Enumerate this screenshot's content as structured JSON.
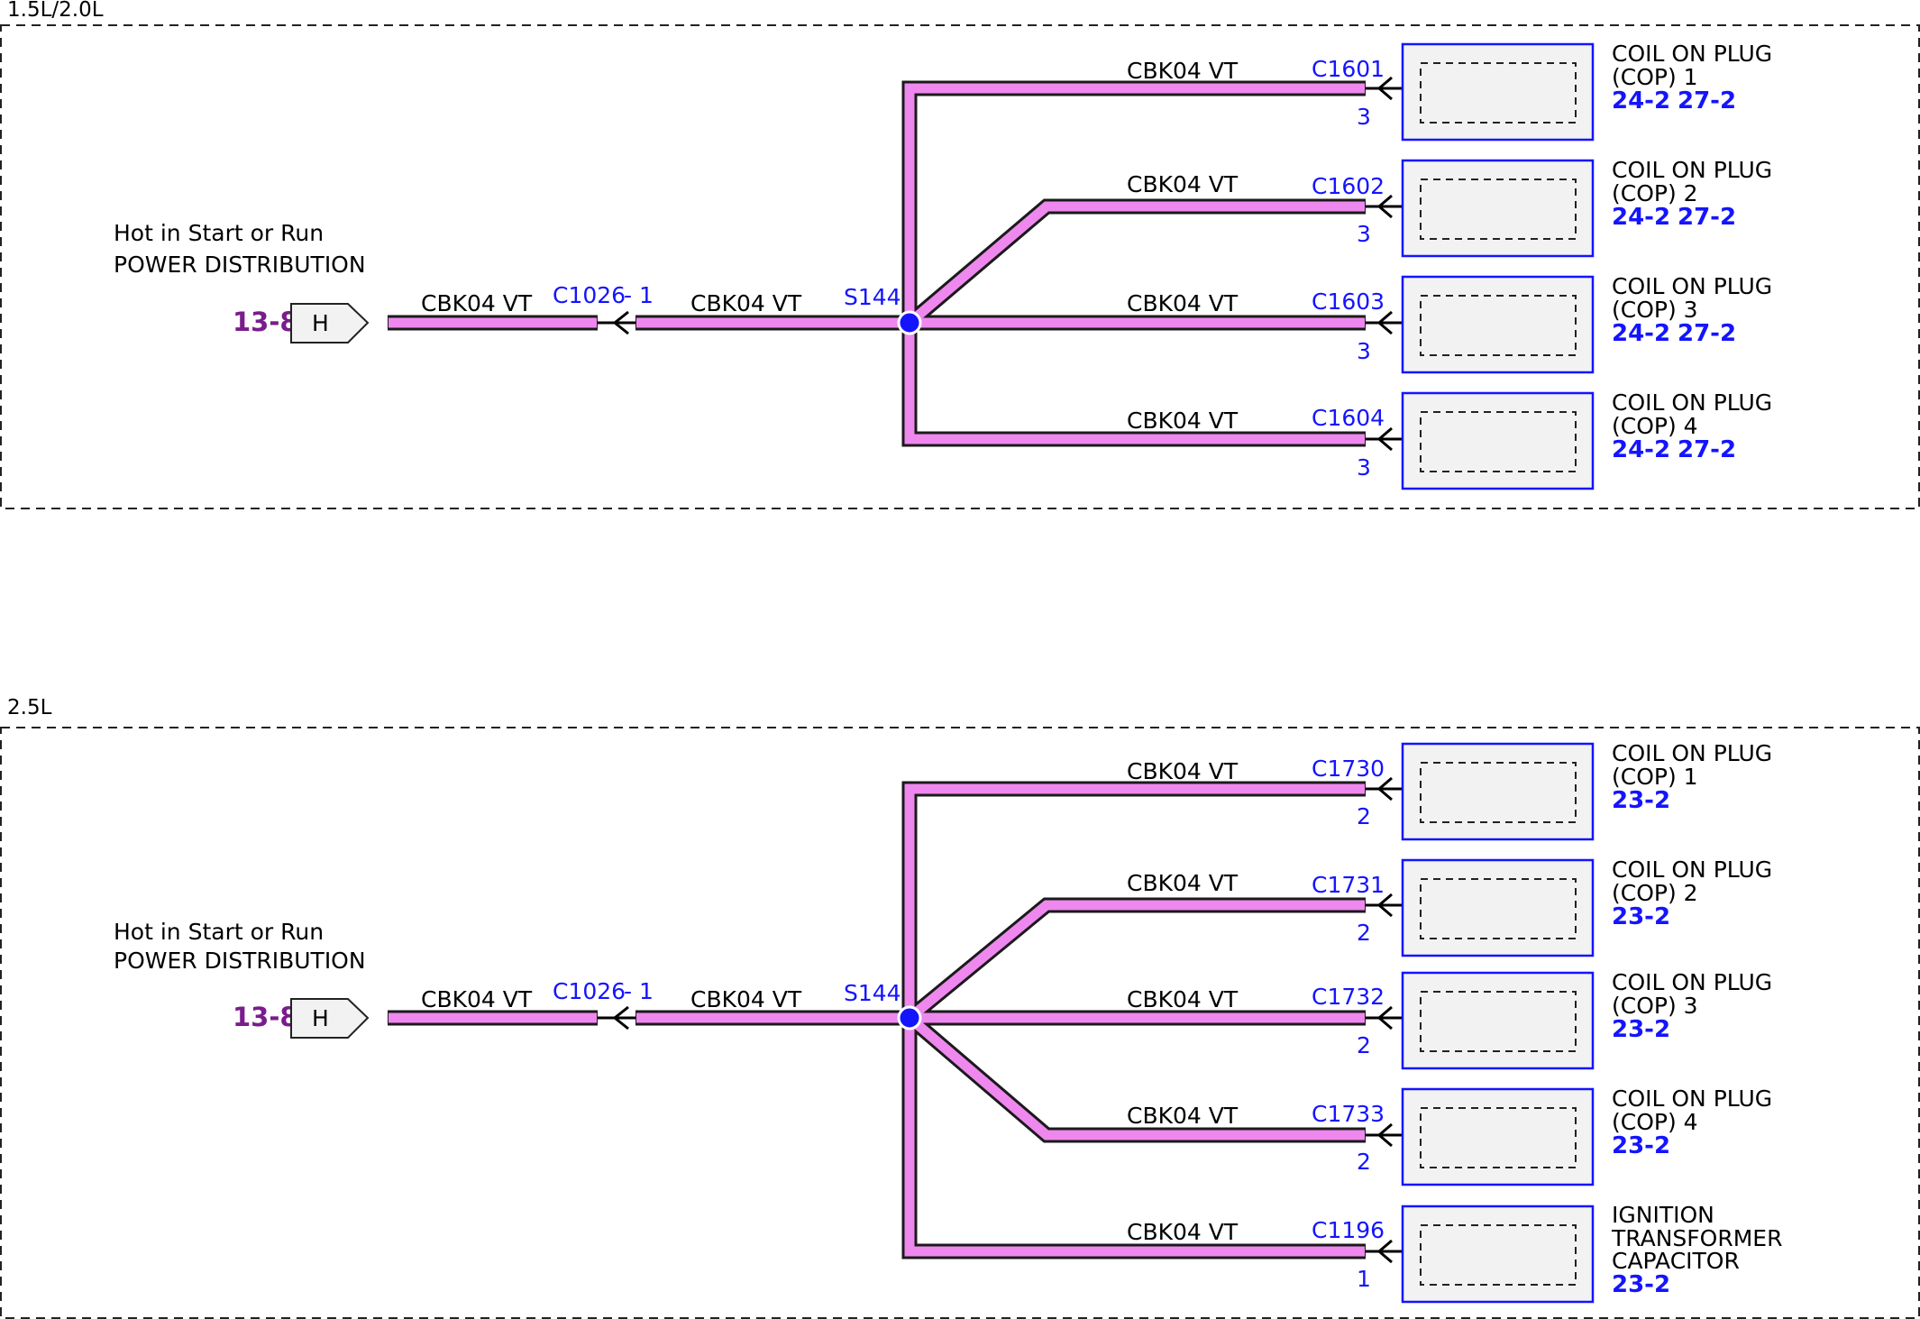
{
  "diagram": {
    "sections": [
      {
        "title": "1.5L/2.0L",
        "source": {
          "label_line1": "Hot in Start or Run",
          "label_line2": "POWER DISTRIBUTION",
          "ref": "13-8",
          "connector_letter": "H"
        },
        "input_wire_left": "CBK04  VT",
        "inline_connector": "C1026",
        "inline_pin": "- 1",
        "input_wire_right": "CBK04  VT",
        "splice": "S144",
        "branches": [
          {
            "wire": "CBK04  VT",
            "connector": "C1601",
            "pin": "3",
            "name_line1": "COIL ON PLUG",
            "name_line2": "(COP) 1",
            "name_line3": "",
            "refs": [
              "24-2",
              "27-2"
            ]
          },
          {
            "wire": "CBK04  VT",
            "connector": "C1602",
            "pin": "3",
            "name_line1": "COIL ON PLUG",
            "name_line2": "(COP) 2",
            "name_line3": "",
            "refs": [
              "24-2",
              "27-2"
            ]
          },
          {
            "wire": "CBK04  VT",
            "connector": "C1603",
            "pin": "3",
            "name_line1": "COIL ON PLUG",
            "name_line2": "(COP) 3",
            "name_line3": "",
            "refs": [
              "24-2",
              "27-2"
            ]
          },
          {
            "wire": "CBK04  VT",
            "connector": "C1604",
            "pin": "3",
            "name_line1": "COIL ON PLUG",
            "name_line2": "(COP) 4",
            "name_line3": "",
            "refs": [
              "24-2",
              "27-2"
            ]
          }
        ]
      },
      {
        "title": "2.5L",
        "source": {
          "label_line1": "Hot in Start or Run",
          "label_line2": "POWER DISTRIBUTION",
          "ref": "13-8",
          "connector_letter": "H"
        },
        "input_wire_left": "CBK04  VT",
        "inline_connector": "C1026",
        "inline_pin": "- 1",
        "input_wire_right": "CBK04  VT",
        "splice": "S144",
        "branches": [
          {
            "wire": "CBK04  VT",
            "connector": "C1730",
            "pin": "2",
            "name_line1": "COIL ON PLUG",
            "name_line2": "(COP) 1",
            "name_line3": "",
            "refs": [
              "23-2"
            ]
          },
          {
            "wire": "CBK04  VT",
            "connector": "C1731",
            "pin": "2",
            "name_line1": "COIL ON PLUG",
            "name_line2": "(COP) 2",
            "name_line3": "",
            "refs": [
              "23-2"
            ]
          },
          {
            "wire": "CBK04  VT",
            "connector": "C1732",
            "pin": "2",
            "name_line1": "COIL ON PLUG",
            "name_line2": "(COP) 3",
            "name_line3": "",
            "refs": [
              "23-2"
            ]
          },
          {
            "wire": "CBK04  VT",
            "connector": "C1733",
            "pin": "2",
            "name_line1": "COIL ON PLUG",
            "name_line2": "(COP) 4",
            "name_line3": "",
            "refs": [
              "23-2"
            ]
          },
          {
            "wire": "CBK04  VT",
            "connector": "C1196",
            "pin": "1",
            "name_line1": "IGNITION",
            "name_line2": "TRANSFORMER",
            "name_line3": "CAPACITOR",
            "refs": [
              "23-2"
            ]
          }
        ]
      }
    ],
    "colors": {
      "wire_fill": "#ee88ee",
      "wire_outline": "#1a1a1a",
      "connector_text": "#1414ff",
      "source_ref_text": "#7a1c8c",
      "splice_dot": "#1414ff"
    }
  }
}
